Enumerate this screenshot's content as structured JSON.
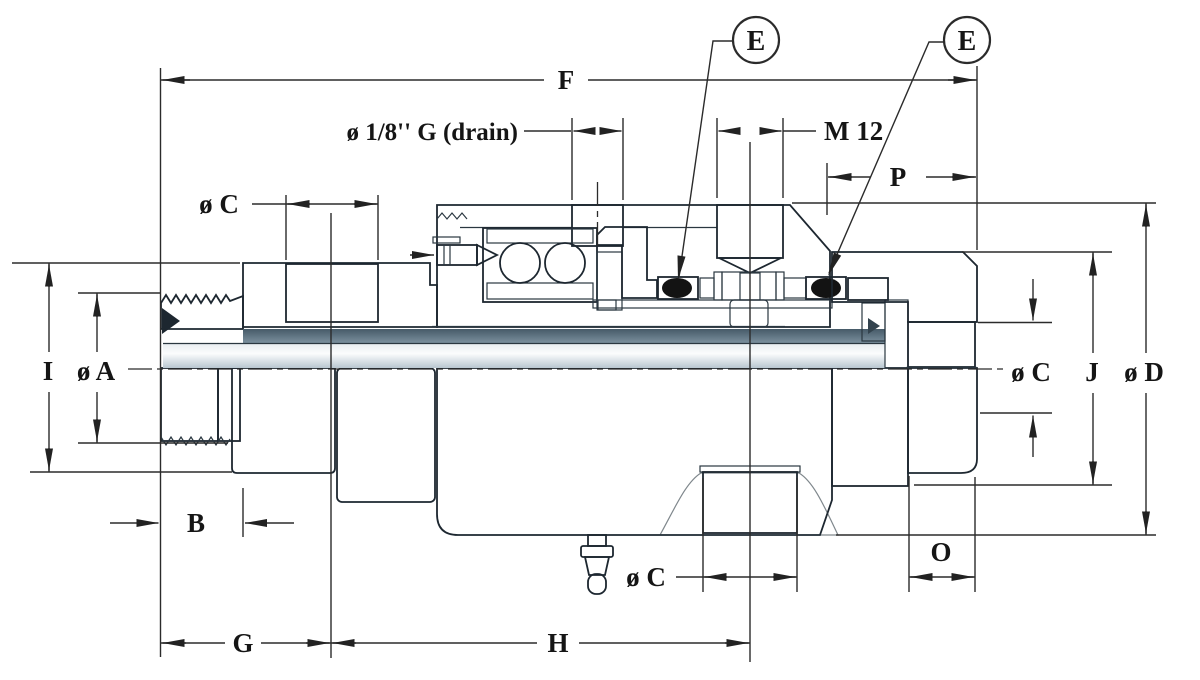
{
  "diagram": {
    "title": "Rotary union cross-section technical drawing",
    "labels": {
      "f": "F",
      "drain": "ø 1/8'' G (drain)",
      "m12": "M 12",
      "p": "P",
      "c_left": "ø C",
      "c_bottom": "ø C",
      "c_right": "ø C",
      "e_left": "E",
      "e_right": "E",
      "i": "I",
      "a": "ø A",
      "b": "B",
      "g": "G",
      "h": "H",
      "o": "O",
      "j": "J",
      "d": "ø D"
    },
    "colors": {
      "seal_red": "#e31f2b",
      "seal_black": "#131313",
      "brass_tan": "#ecd9a4",
      "bronze": "#c08b4a",
      "bearing_cage_blue": "#bfe2f2",
      "ball_blue": "#5d8fa8",
      "metal_dark": "#5f7585",
      "metal_light": "#eef2f4",
      "line": "#1d2730"
    }
  }
}
